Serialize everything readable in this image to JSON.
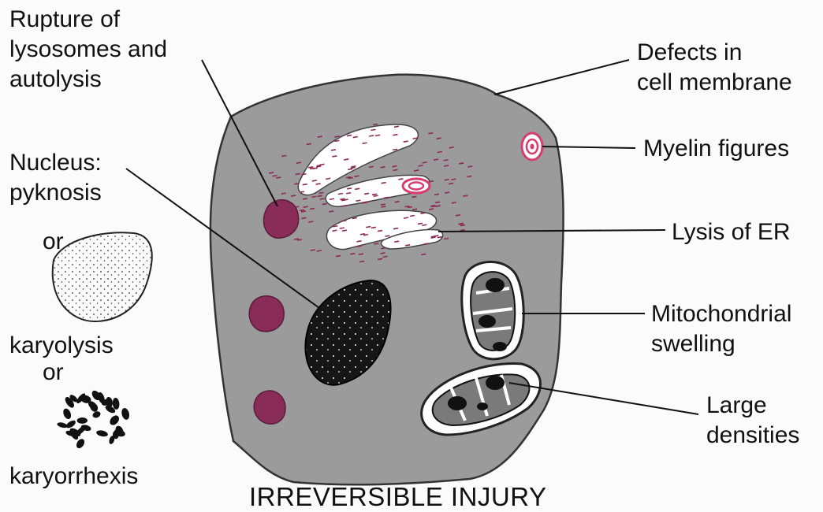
{
  "diagram": {
    "title": "IRREVERSIBLE INJURY",
    "labels": {
      "rupture_line1": "Rupture of",
      "rupture_line2": "lysosomes and",
      "rupture_line3": "autolysis",
      "nucleus_line1": "Nucleus:",
      "nucleus_line2": "pyknosis",
      "or_1": "or",
      "karyolysis": "karyolysis",
      "or_2": "or",
      "karyorrhexis": "karyorrhexis",
      "defects_line1": "Defects in",
      "defects_line2": "cell membrane",
      "myelin": "Myelin figures",
      "lysis_er": "Lysis of ER",
      "mito_line1": "Mitochondrial",
      "mito_line2": "swelling",
      "dens_line1": "Large",
      "dens_line2": "densities"
    },
    "colors": {
      "cytoplasm": "#9b9b9b",
      "nucleus": "#161616",
      "lysosome": "#8a2c58",
      "myelin": "#d63c70",
      "mitochondria_matrix": "#777777"
    }
  }
}
